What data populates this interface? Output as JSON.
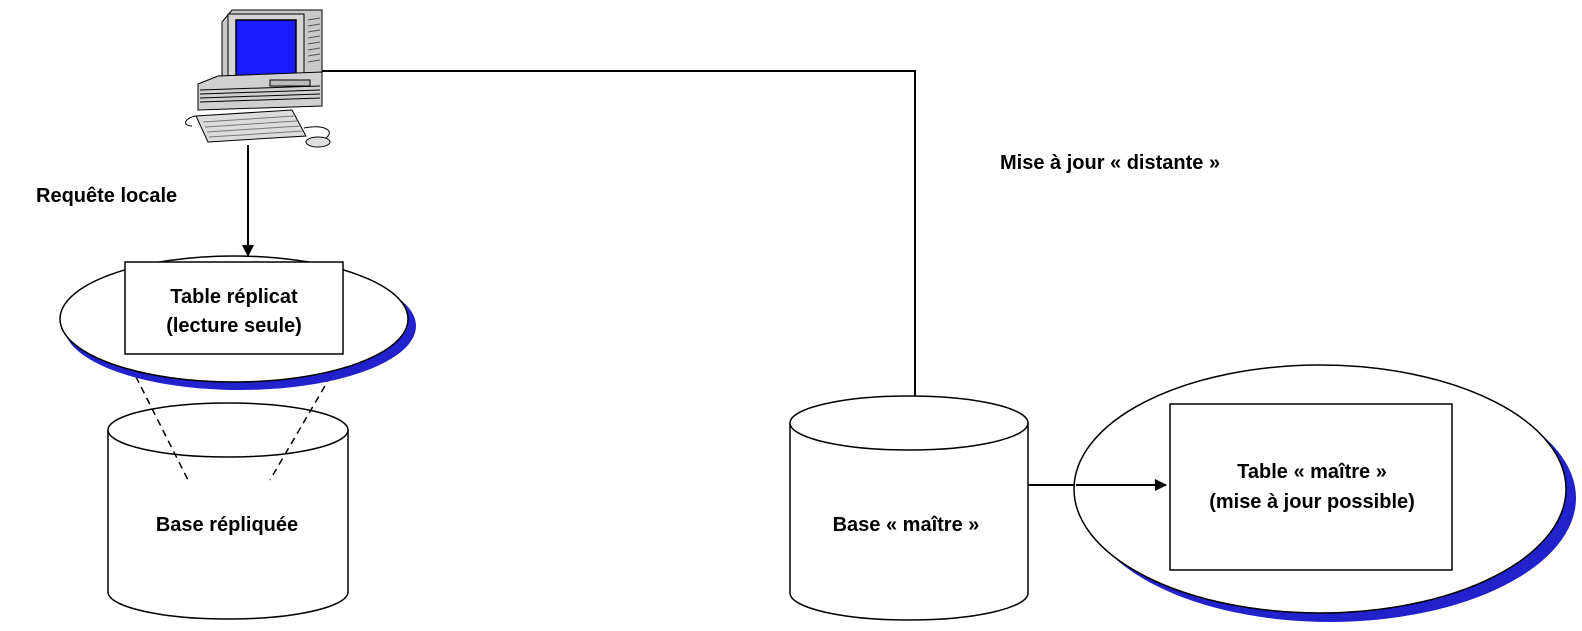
{
  "labels": {
    "local_query": "Requête locale",
    "remote_update": "Mise à jour « distante »",
    "replica_table_line1": "Table réplicat",
    "replica_table_line2": "(lecture seule)",
    "replicated_base": "Base répliquée",
    "master_base": "Base « maître »",
    "master_table_line1": "Table « maître »",
    "master_table_line2": "(mise à jour possible)"
  },
  "colors": {
    "shadow": "#2222cc",
    "screen": "#1a1aff",
    "line": "#000000"
  },
  "icons": {
    "workstation": "desktop-computer-icon"
  }
}
